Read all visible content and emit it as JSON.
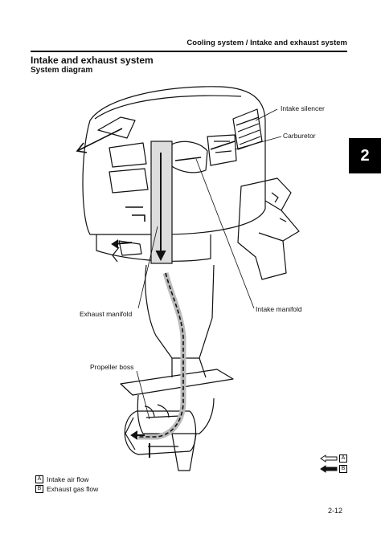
{
  "header": {
    "running_head": "Cooling system / Intake and exhaust system",
    "chapter_number": "2"
  },
  "section": {
    "title": "Intake and exhaust system",
    "subtitle": "System diagram"
  },
  "callouts": {
    "intake_silencer": "Intake silencer",
    "carburetor": "Carburetor",
    "exhaust_manifold": "Exhaust manifold",
    "intake_manifold": "Intake manifold",
    "propeller_boss": "Propeller boss"
  },
  "arrow_key": {
    "a": "A",
    "b": "B"
  },
  "legend": [
    {
      "letter": "A",
      "label": "Intake air flow"
    },
    {
      "letter": "B",
      "label": "Exhaust gas flow"
    }
  ],
  "page_number": "2-12",
  "colors": {
    "ink": "#111111",
    "flow_gray": "#bbbbbb",
    "tab": "#000000"
  }
}
